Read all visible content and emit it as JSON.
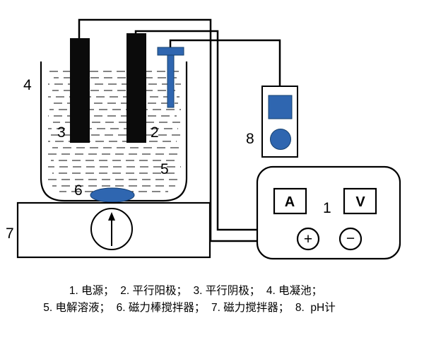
{
  "colors": {
    "blue": "#2f66b0"
  },
  "labels": {
    "power_supply": "1",
    "anode": "2",
    "cathode": "3",
    "cell": "4",
    "solution": "5",
    "stir_bar": "6",
    "stirrer": "7",
    "ph_meter": "8"
  },
  "power_supply": {
    "ammeter_label": "A",
    "voltmeter_label": "V",
    "positive_label": "+",
    "negative_label": "−"
  },
  "caption": {
    "line1": "1. 电源；  2. 平行阳极；  3. 平行阴极；  4. 电凝池；",
    "line2": "5. 电解溶液；  6. 磁力棒搅拌器；  7. 磁力搅拌器；  8.  pH计"
  }
}
